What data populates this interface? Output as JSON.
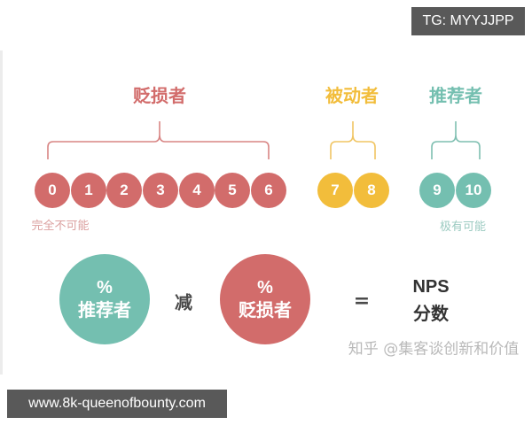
{
  "overlay": {
    "tg_badge": "TG: MYYJJPP",
    "url_badge": "www.8k-queenofbounty.com"
  },
  "colors": {
    "detractor": "#d26c6b",
    "detractor_light": "#dba09f",
    "passive": "#f2bd3b",
    "promoter": "#74bfb0",
    "promoter_light": "#9ccbc1",
    "operator": "#4a4a4a",
    "watermark": "#b9b9b9"
  },
  "groups": {
    "detractors": {
      "title": "贬损者",
      "scores": [
        "0",
        "1",
        "2",
        "3",
        "4",
        "5",
        "6"
      ]
    },
    "passives": {
      "title": "被动者",
      "scores": [
        "7",
        "8"
      ]
    },
    "promoters": {
      "title": "推荐者",
      "scores": [
        "9",
        "10"
      ]
    }
  },
  "scale_labels": {
    "low": "完全不可能",
    "high": "极有可能"
  },
  "formula": {
    "left": {
      "percent": "%",
      "label": "推荐者"
    },
    "operator_minus": "减",
    "right": {
      "percent": "%",
      "label": "贬损者"
    },
    "operator_equals": "=",
    "result_line1": "NPS",
    "result_line2": "分数"
  },
  "watermark": "知乎 @集客谈创新和价值"
}
